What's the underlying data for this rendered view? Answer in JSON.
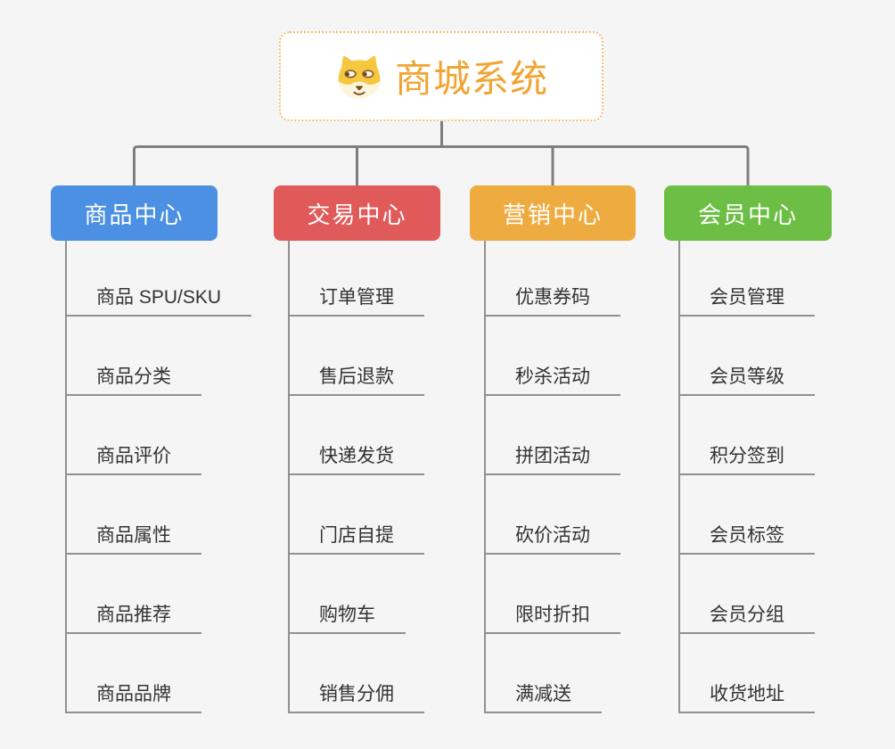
{
  "root": {
    "title": "商城系统",
    "icon": "dog-icon",
    "title_color": "#f2a431",
    "border_color": "#f2c16a"
  },
  "connector_color": "#7e7e7e",
  "underline_color": "#909090",
  "branches": [
    {
      "label": "商品中心",
      "color": "#4b90e2",
      "items": [
        "商品 SPU/SKU",
        "商品分类",
        "商品评价",
        "商品属性",
        "商品推荐",
        "商品品牌"
      ]
    },
    {
      "label": "交易中心",
      "color": "#e15a5a",
      "items": [
        "订单管理",
        "售后退款",
        "快递发货",
        "门店自提",
        "购物车",
        "销售分佣"
      ]
    },
    {
      "label": "营销中心",
      "color": "#eeac40",
      "items": [
        "优惠券码",
        "秒杀活动",
        "拼团活动",
        "砍价活动",
        "限时折扣",
        "满减送"
      ]
    },
    {
      "label": "会员中心",
      "color": "#6dbe45",
      "items": [
        "会员管理",
        "会员等级",
        "积分签到",
        "会员标签",
        "会员分组",
        "收货地址"
      ]
    }
  ]
}
